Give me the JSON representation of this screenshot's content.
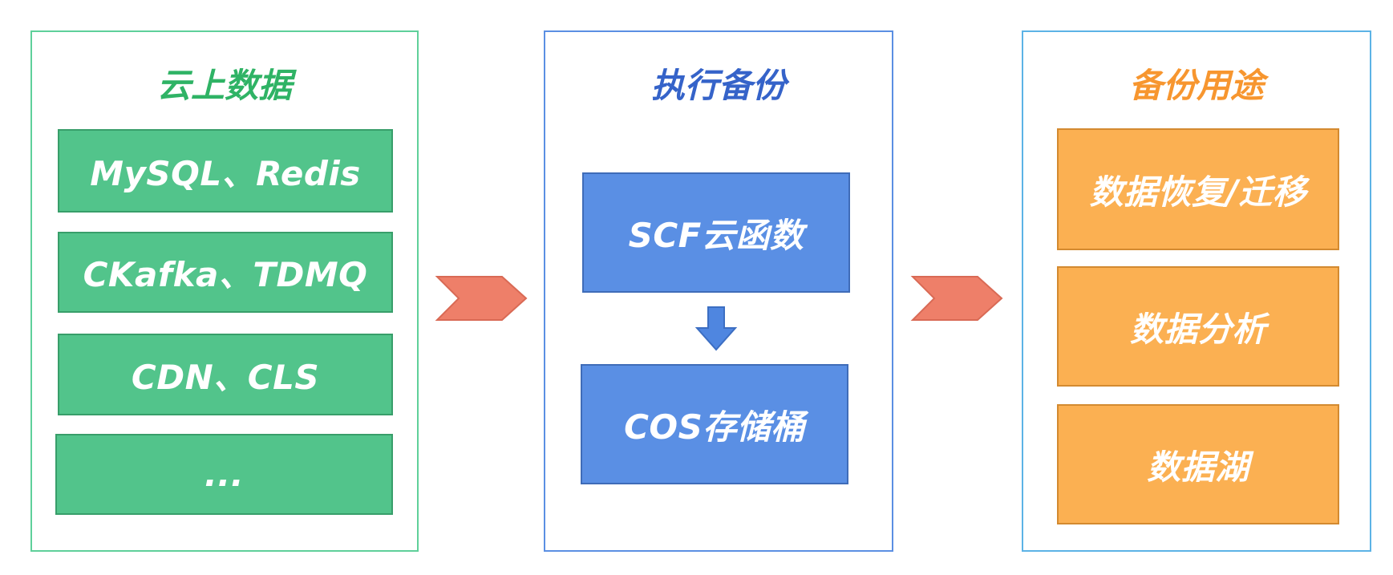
{
  "colors": {
    "green": "#52c48b",
    "blue": "#5a8fe4",
    "orange": "#fbb052",
    "arrow": "#ee7f69"
  },
  "source_panel": {
    "title": "云上数据",
    "items": [
      {
        "label": "MySQL、Redis"
      },
      {
        "label": "CKafka、TDMQ"
      },
      {
        "label": "CDN、CLS"
      },
      {
        "label": "..."
      }
    ]
  },
  "exec_panel": {
    "title": "执行备份",
    "steps": [
      {
        "label": "SCF云函数"
      },
      {
        "label": "COS存储桶"
      }
    ]
  },
  "usage_panel": {
    "title": "备份用途",
    "items": [
      {
        "label": "数据恢复/迁移"
      },
      {
        "label": "数据分析"
      },
      {
        "label": "数据湖"
      }
    ]
  }
}
